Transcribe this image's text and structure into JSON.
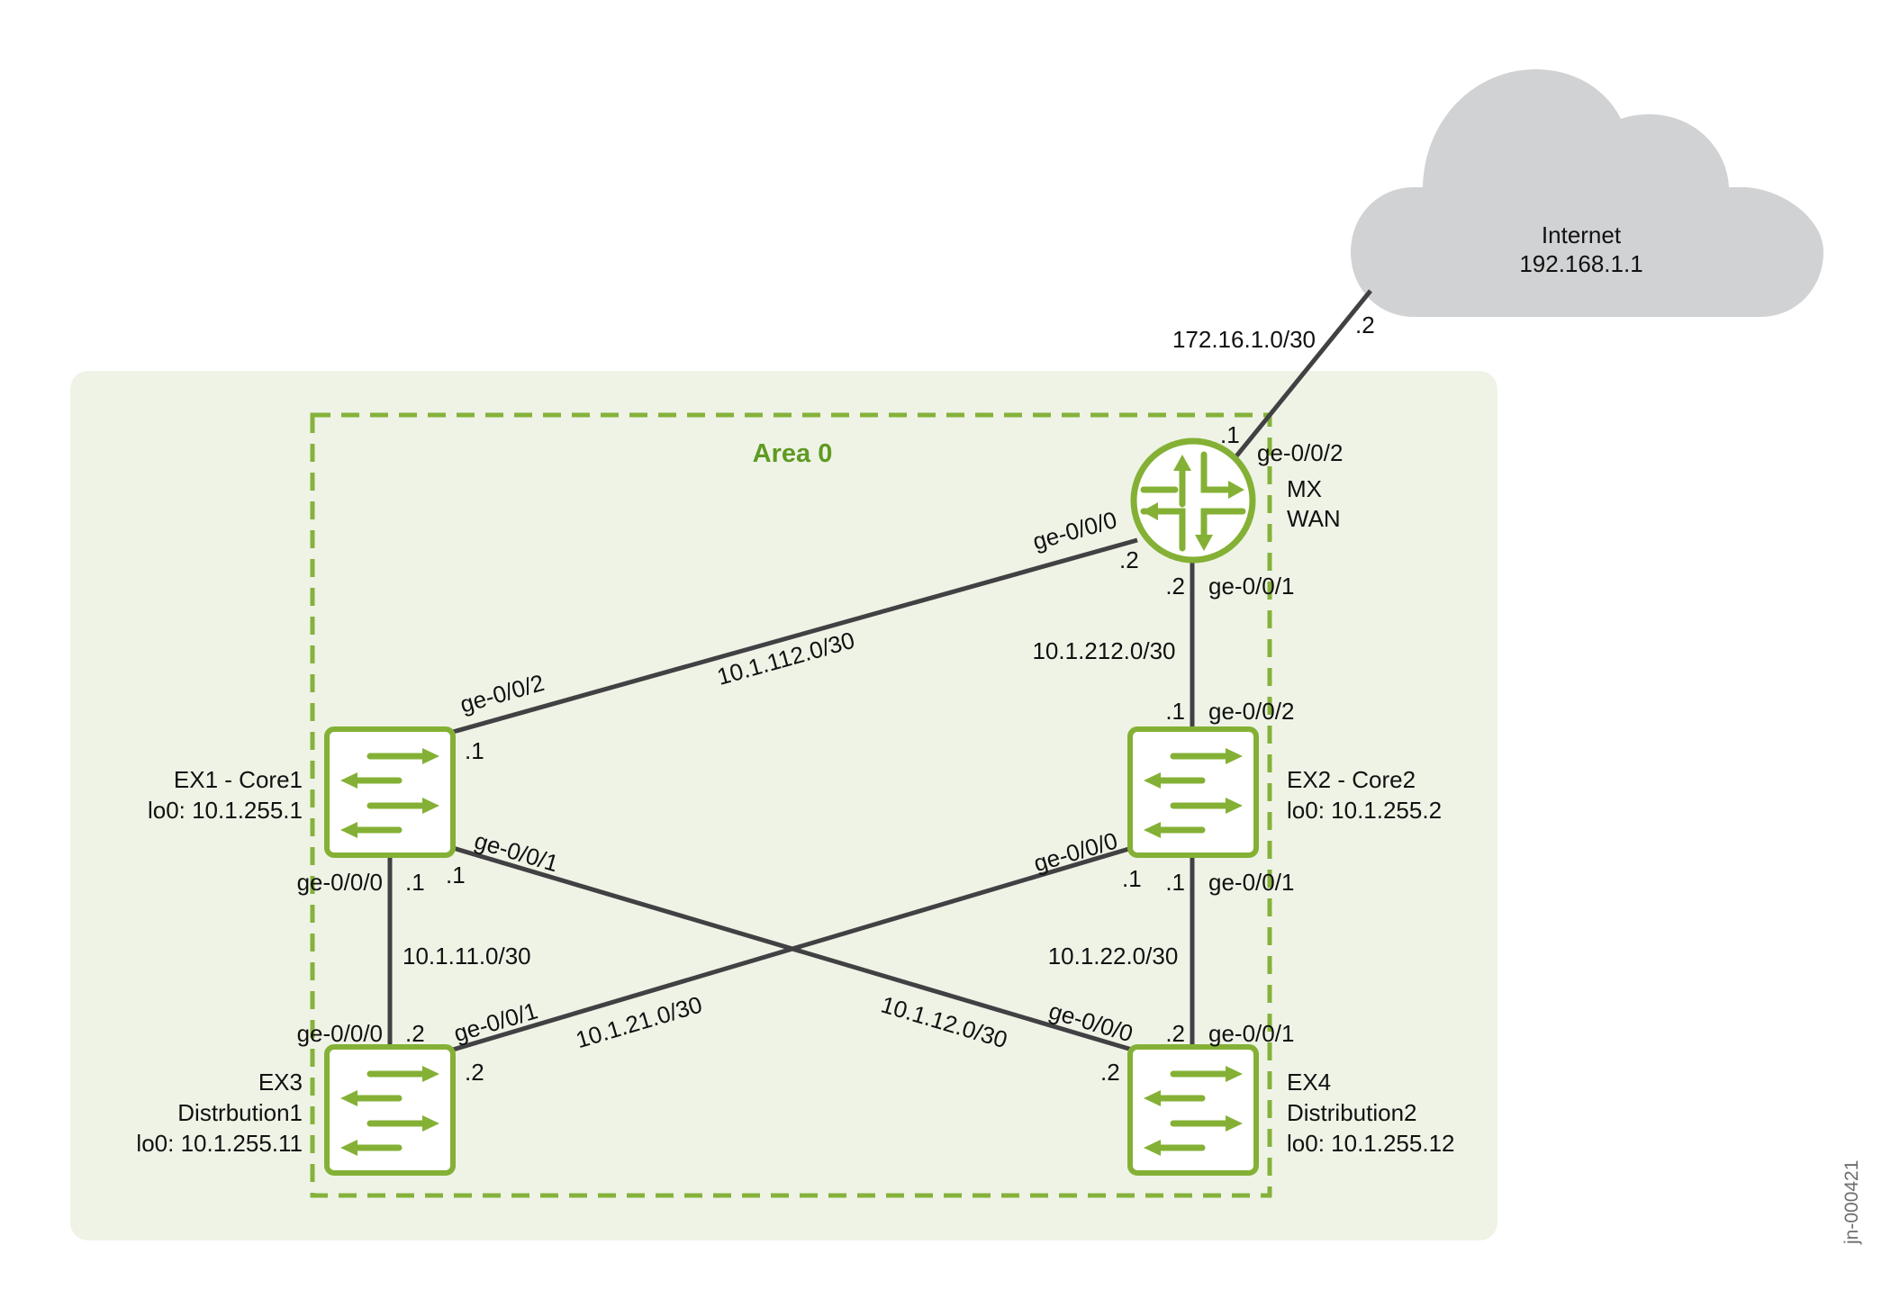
{
  "area": {
    "label": "Area 0"
  },
  "colors": {
    "accent": "#84b135",
    "area_label": "#5f9a22",
    "panel": "#eff3e6",
    "cloud": "#d1d2d4",
    "link": "#414143"
  },
  "internet": {
    "name": "Internet",
    "ip": "192.168.1.1"
  },
  "router": {
    "line1": "MX",
    "line2": "WAN",
    "icon": "router-icon"
  },
  "switches": {
    "ex1": {
      "name": "EX1 - Core1",
      "loopback": "lo0: 10.1.255.1",
      "icon": "switch-icon"
    },
    "ex2": {
      "name": "EX2 - Core2",
      "loopback": "lo0: 10.1.255.2",
      "icon": "switch-icon"
    },
    "ex3": {
      "name": "EX3",
      "role": "Distrbution1",
      "loopback": "lo0: 10.1.255.11",
      "icon": "switch-icon"
    },
    "ex4": {
      "name": "EX4",
      "role": "Distribution2",
      "loopback": "lo0: 10.1.255.12",
      "icon": "switch-icon"
    }
  },
  "links": {
    "mx_internet": {
      "subnet": "172.16.1.0/30",
      "mx_host": ".1",
      "mx_if": "ge-0/0/2",
      "inet_host": ".2"
    },
    "mx_ex1": {
      "subnet": "10.1.112.0/30",
      "mx_if": "ge-0/0/0",
      "mx_host": ".2",
      "ex1_if": "ge-0/0/2",
      "ex1_host": ".1"
    },
    "mx_ex2": {
      "subnet": "10.1.212.0/30",
      "mx_host": ".2",
      "mx_if": "ge-0/0/1",
      "ex2_host": ".1",
      "ex2_if": "ge-0/0/2"
    },
    "ex1_ex3": {
      "subnet": "10.1.11.0/30",
      "ex1_if": "ge-0/0/0",
      "ex1_host": ".1",
      "ex3_if": "ge-0/0/0",
      "ex3_host": ".2"
    },
    "ex1_ex4": {
      "subnet": "10.1.12.0/30",
      "ex1_if": "ge-0/0/1",
      "ex1_host": ".1",
      "ex4_if": "ge-0/0/0",
      "ex4_host": ".2"
    },
    "ex2_ex3": {
      "subnet": "10.1.21.0/30",
      "ex2_if": "ge-0/0/0",
      "ex2_host": ".1",
      "ex3_if": "ge-0/0/1",
      "ex3_host": ".2"
    },
    "ex2_ex4": {
      "subnet": "10.1.22.0/30",
      "ex2_host": ".1",
      "ex2_if": "ge-0/0/1",
      "ex4_host": ".2",
      "ex4_if": "ge-0/0/1"
    }
  },
  "watermark": "jn-000421"
}
